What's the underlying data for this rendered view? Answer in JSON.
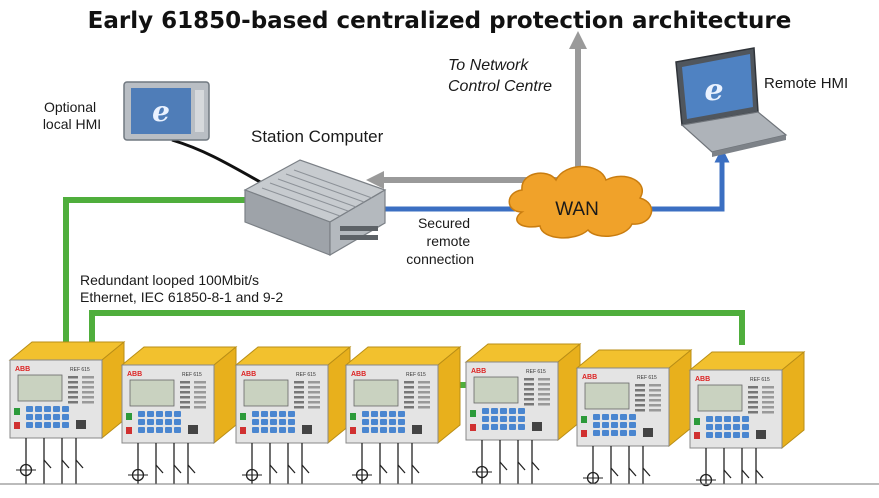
{
  "title": "Early 61850-based centralized protection architecture",
  "labels": {
    "optional_hmi": [
      "Optional",
      "local HMI"
    ],
    "station_computer": "Station Computer",
    "network_control": [
      "To Network",
      "Control Centre"
    ],
    "remote_hmi": "Remote HMI",
    "wan": "WAN",
    "secured": [
      "Secured",
      "remote",
      "connection"
    ],
    "ethernet": [
      "Redundant looped 100Mbit/s",
      "Ethernet, IEC 61850-8-1 and 9-2"
    ]
  },
  "ied_brand": "ABB",
  "ied_model": "REF 615",
  "ied_count": 7,
  "colors": {
    "ethernet_green": "#4fae3c",
    "remote_blue": "#3b6fc2",
    "arrow_gray": "#9a9a9a",
    "wan_cloud": "#f0a22a",
    "ied_yellow": "#f2c12e",
    "ied_face": "#e4e4e4",
    "ied_key": "#4a86d0"
  }
}
